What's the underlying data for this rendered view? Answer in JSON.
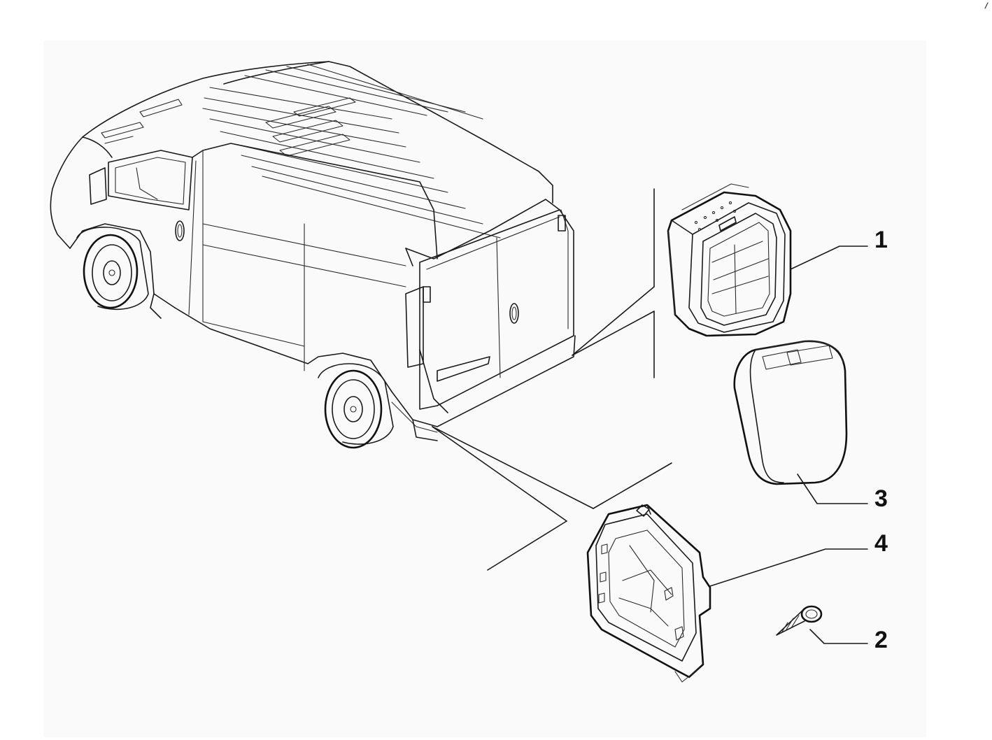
{
  "diagram": {
    "callouts": [
      {
        "id": "1",
        "label": "1"
      },
      {
        "id": "2",
        "label": "2"
      },
      {
        "id": "3",
        "label": "3"
      },
      {
        "id": "4",
        "label": "4"
      }
    ],
    "icons": {
      "vehicle": "van-illustration",
      "part_1": "vent-grille-frame",
      "part_2": "screw",
      "part_3": "vent-cover",
      "part_4": "vent-housing"
    }
  }
}
